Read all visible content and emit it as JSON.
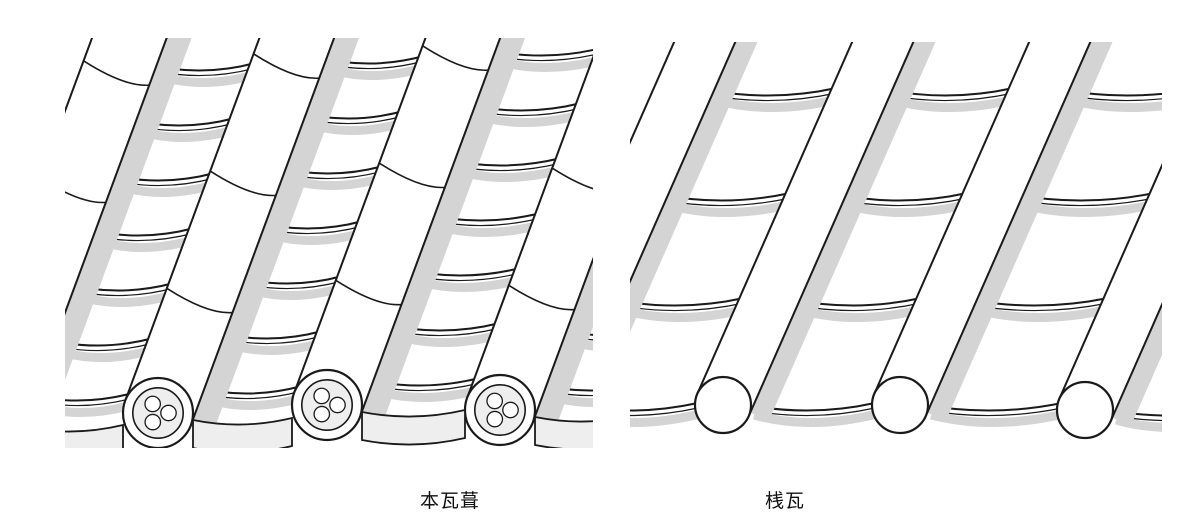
{
  "figures": [
    {
      "id": "hongawara",
      "caption": "本瓦葺"
    },
    {
      "id": "sangawara",
      "caption": "桟瓦"
    }
  ],
  "colors": {
    "ink": "#1a1a1a",
    "shadow": "#d4d4d4",
    "paper": "#ffffff"
  }
}
